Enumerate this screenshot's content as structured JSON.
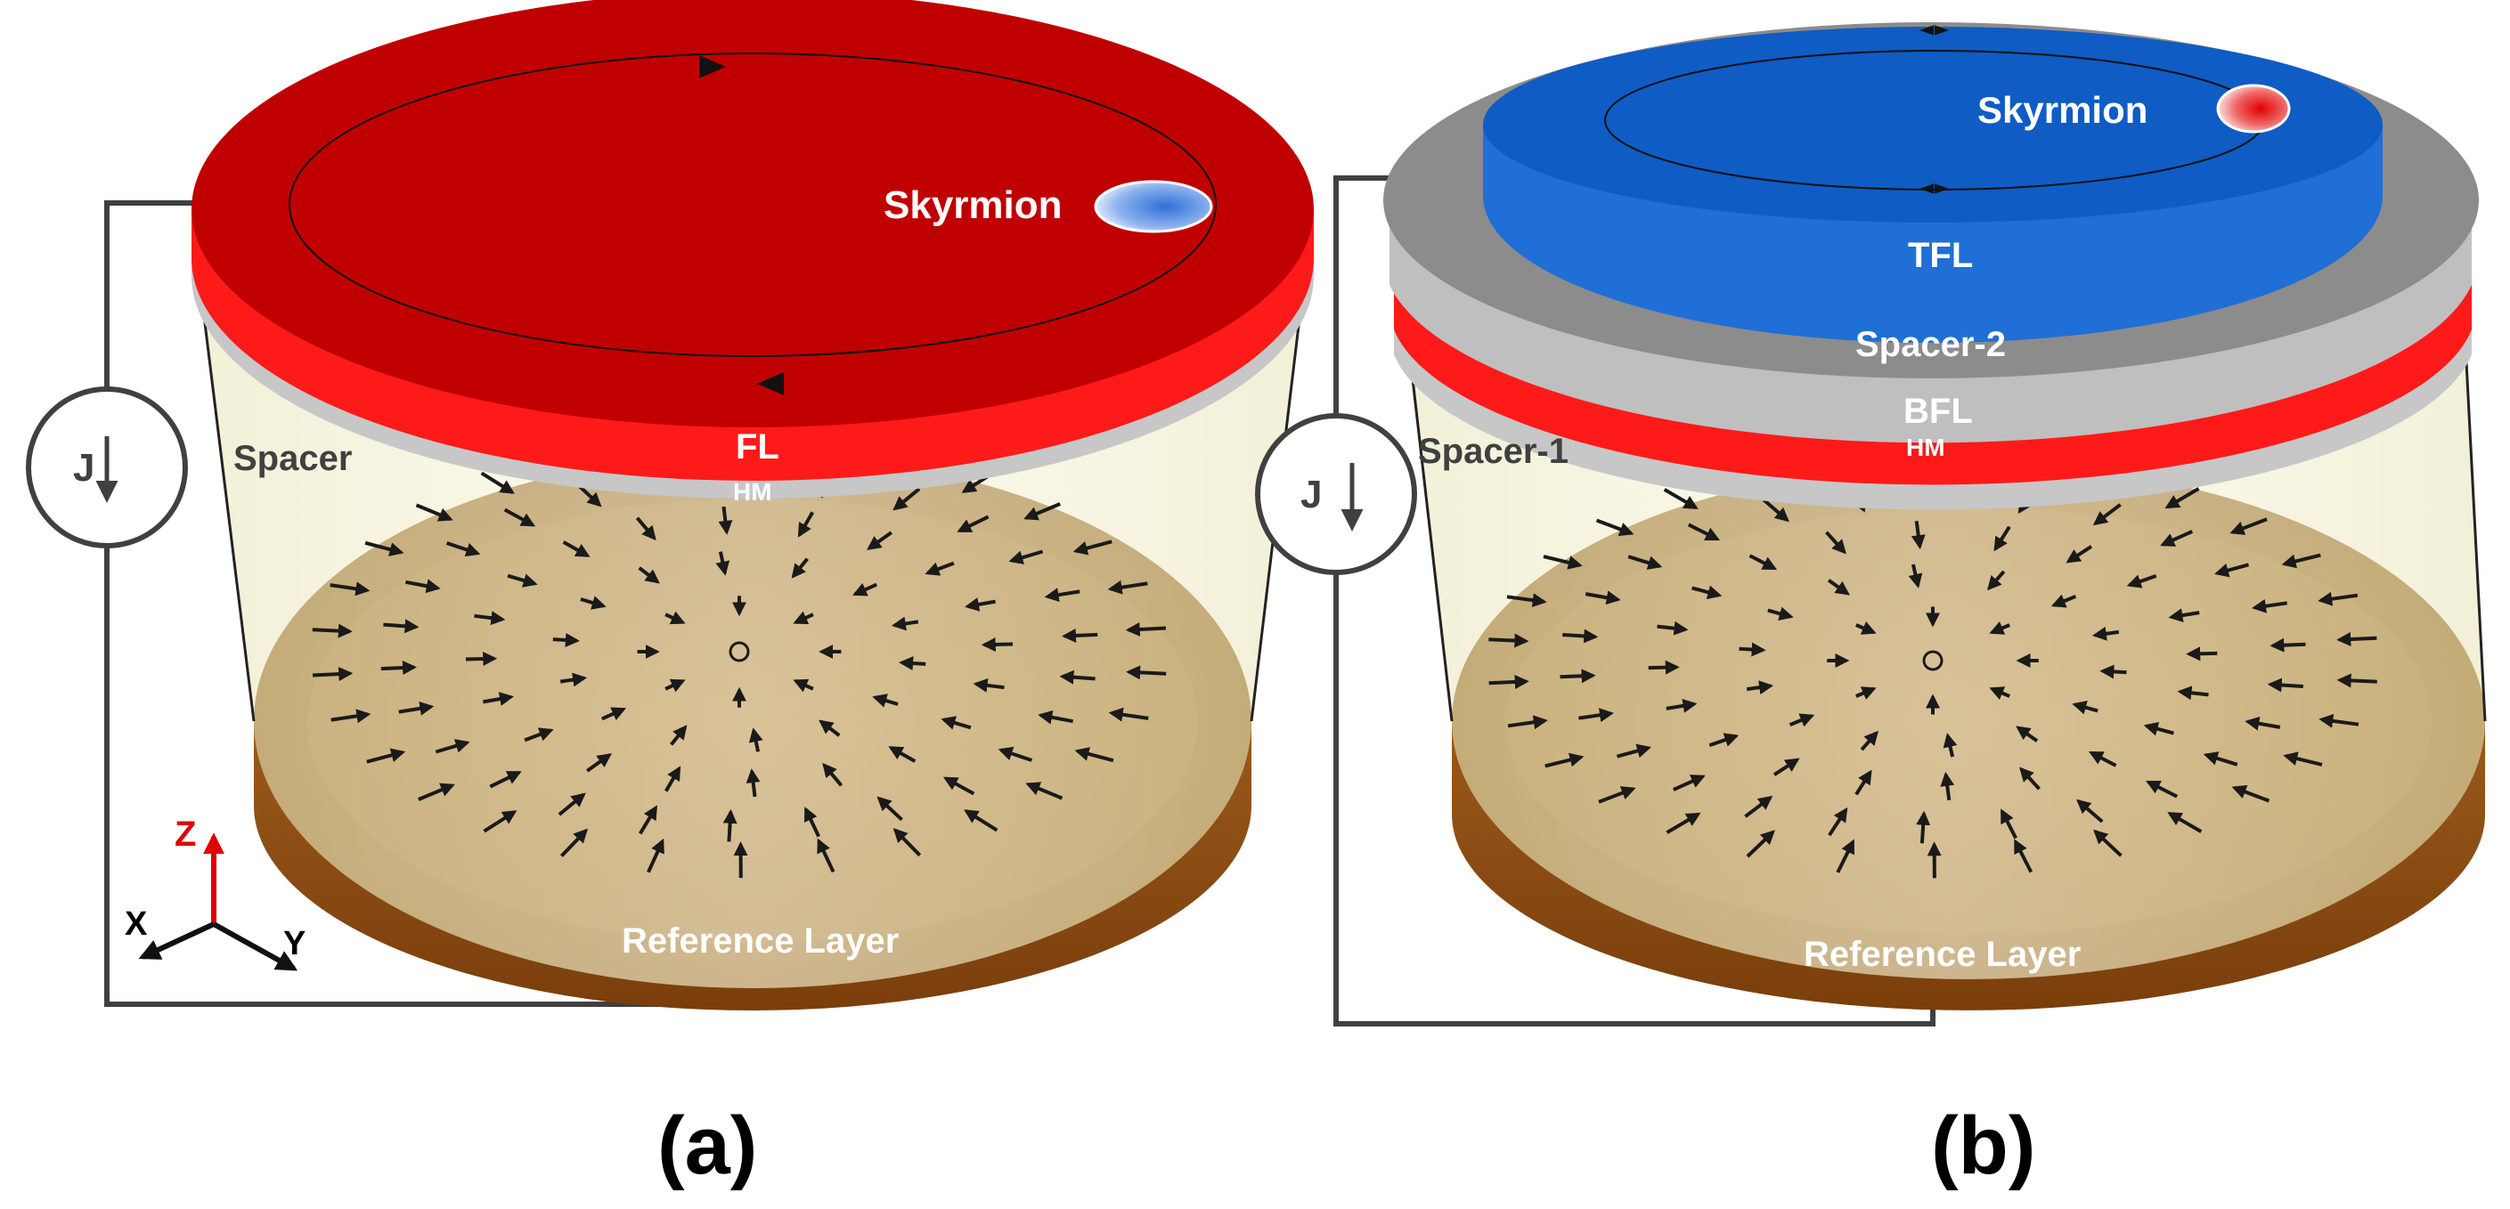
{
  "panel_a": {
    "caption": "(a)",
    "skyrmion_label": "Skyrmion",
    "free_layer_label": "FL",
    "heavy_metal_label": "HM",
    "spacer_label": "Spacer",
    "reference_label": "Reference Layer",
    "current_label": "J",
    "axes": {
      "z": "Z",
      "x": "X",
      "y": "Y"
    }
  },
  "panel_b": {
    "caption": "(b)",
    "skyrmion_label": "Skyrmion",
    "top_free_layer_label": "TFL",
    "spacer2_label": "Spacer-2",
    "bottom_free_layer_label": "BFL",
    "heavy_metal_label": "HM",
    "spacer1_label": "Spacer-1",
    "reference_label": "Reference Layer",
    "current_label": "J"
  },
  "colors": {
    "free_layer_red": "#c00000",
    "free_layer_bright": "#ff1a1a",
    "top_free_layer_blue": "#1f6fd6",
    "spacer_gray": "#8c8c8c",
    "spacer_light": "#bfbfbf",
    "reference_brown": "#8a4a10",
    "spacer_fill": "#f5f2d6",
    "wire": "#404040"
  }
}
